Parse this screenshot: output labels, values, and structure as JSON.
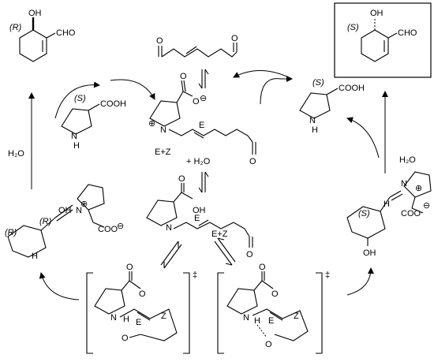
{
  "labels": {
    "oh": "OH",
    "cho": "CHO",
    "o": "O",
    "n": "N",
    "h": "H",
    "nh": "N",
    "cooh": "COOH",
    "coo": "COO",
    "oh_acid": "OH",
    "r": "(R)",
    "s": "(S)",
    "e": "E",
    "z": "Z",
    "ez": "E+Z",
    "plus_h2o": "+ H₂O",
    "h2o": "H₂O",
    "plus": "⊕",
    "minus": "⊖",
    "dagger": "‡"
  }
}
